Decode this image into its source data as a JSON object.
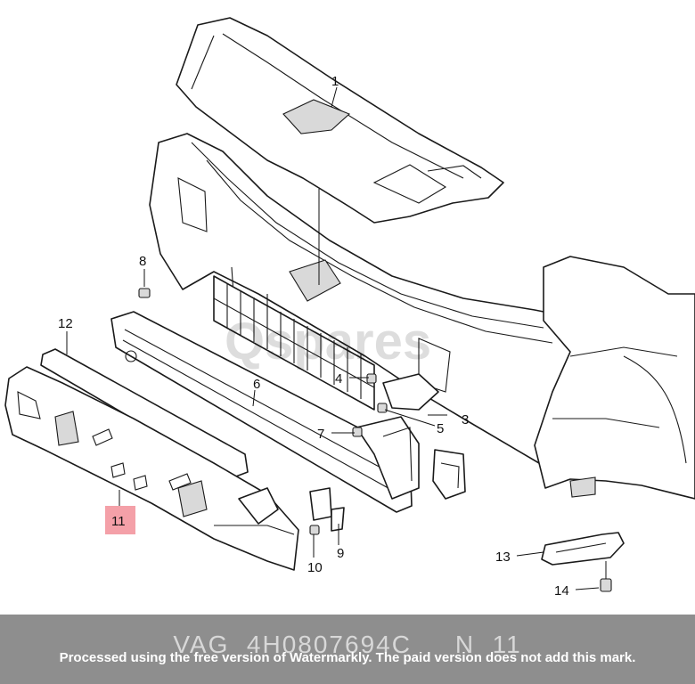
{
  "callouts": [
    {
      "id": "1",
      "label": "1"
    },
    {
      "id": "3",
      "label": "3"
    },
    {
      "id": "4",
      "label": "4"
    },
    {
      "id": "5",
      "label": "5"
    },
    {
      "id": "6",
      "label": "6"
    },
    {
      "id": "7",
      "label": "7"
    },
    {
      "id": "8",
      "label": "8"
    },
    {
      "id": "9",
      "label": "9"
    },
    {
      "id": "10",
      "label": "10"
    },
    {
      "id": "11",
      "label": "11",
      "highlighted": true
    },
    {
      "id": "12",
      "label": "12"
    },
    {
      "id": "13",
      "label": "13"
    },
    {
      "id": "14",
      "label": "14"
    }
  ],
  "highlight_color": "#f4a0a8",
  "watermark": "Qspares",
  "footer": {
    "part_reference": "VAG  4H0807694C     N  11",
    "processed_note": "Processed using the free version of Watermarkly. The paid version does not add this mark."
  }
}
